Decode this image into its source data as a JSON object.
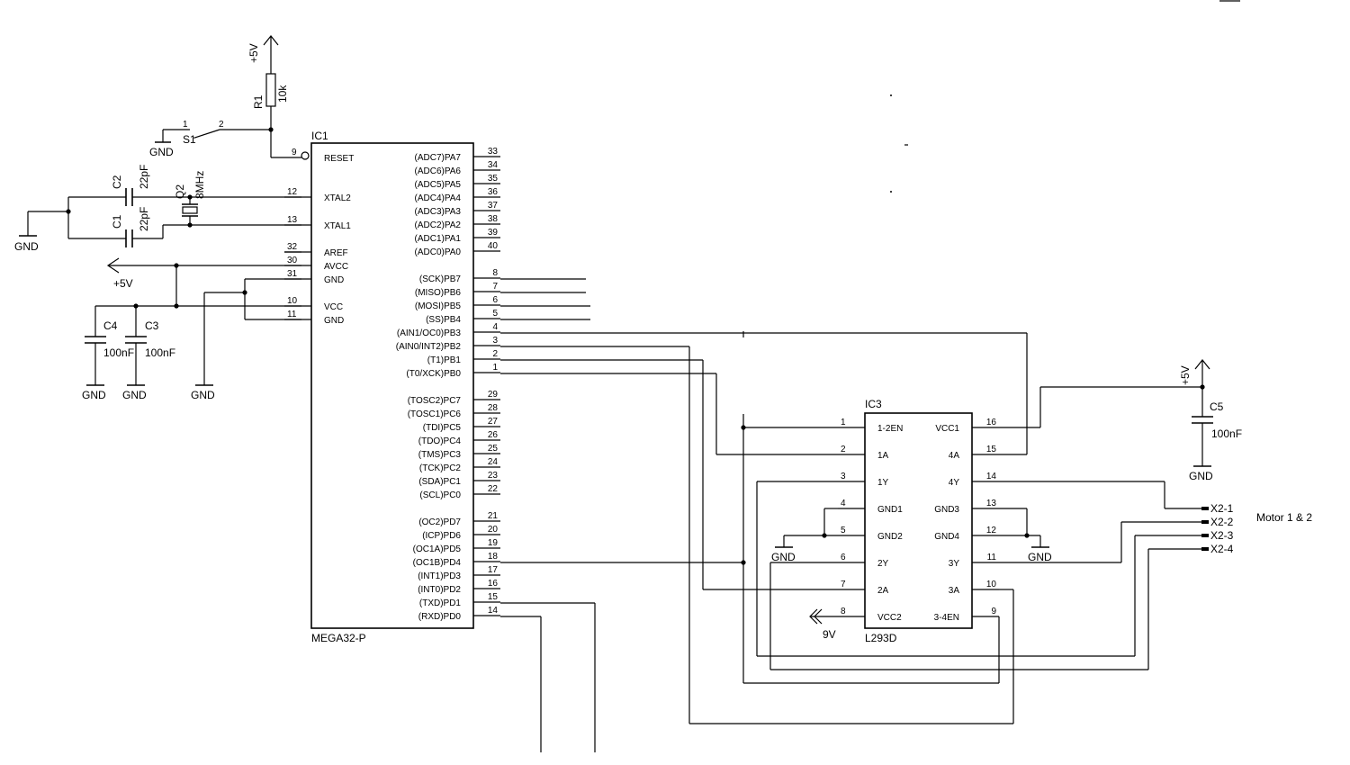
{
  "colors": {
    "ink": "#000000",
    "background": "#ffffff"
  },
  "ic1": {
    "ref": "IC1",
    "value": "MEGA32-P",
    "left_pins": [
      {
        "num": "9",
        "name": "RESET"
      },
      {
        "num": "12",
        "name": "XTAL2"
      },
      {
        "num": "13",
        "name": "XTAL1"
      },
      {
        "num": "32",
        "name": "AREF"
      },
      {
        "num": "30",
        "name": "AVCC"
      },
      {
        "num": "31",
        "name": "GND"
      },
      {
        "num": "10",
        "name": "VCC"
      },
      {
        "num": "11",
        "name": "GND"
      }
    ],
    "right_pins": [
      {
        "num": "33",
        "name": "(ADC7)PA7"
      },
      {
        "num": "34",
        "name": "(ADC6)PA6"
      },
      {
        "num": "35",
        "name": "(ADC5)PA5"
      },
      {
        "num": "36",
        "name": "(ADC4)PA4"
      },
      {
        "num": "37",
        "name": "(ADC3)PA3"
      },
      {
        "num": "38",
        "name": "(ADC2)PA2"
      },
      {
        "num": "39",
        "name": "(ADC1)PA1"
      },
      {
        "num": "40",
        "name": "(ADC0)PA0"
      },
      {
        "num": "8",
        "name": "(SCK)PB7"
      },
      {
        "num": "7",
        "name": "(MISO)PB6"
      },
      {
        "num": "6",
        "name": "(MOSI)PB5"
      },
      {
        "num": "5",
        "name": "(SS)PB4"
      },
      {
        "num": "4",
        "name": "(AIN1/OC0)PB3"
      },
      {
        "num": "3",
        "name": "(AIN0/INT2)PB2"
      },
      {
        "num": "2",
        "name": "(T1)PB1"
      },
      {
        "num": "1",
        "name": "(T0/XCK)PB0"
      },
      {
        "num": "29",
        "name": "(TOSC2)PC7"
      },
      {
        "num": "28",
        "name": "(TOSC1)PC6"
      },
      {
        "num": "27",
        "name": "(TDI)PC5"
      },
      {
        "num": "26",
        "name": "(TDO)PC4"
      },
      {
        "num": "25",
        "name": "(TMS)PC3"
      },
      {
        "num": "24",
        "name": "(TCK)PC2"
      },
      {
        "num": "23",
        "name": "(SDA)PC1"
      },
      {
        "num": "22",
        "name": "(SCL)PC0"
      },
      {
        "num": "21",
        "name": "(OC2)PD7"
      },
      {
        "num": "20",
        "name": "(ICP)PD6"
      },
      {
        "num": "19",
        "name": "(OC1A)PD5"
      },
      {
        "num": "18",
        "name": "(OC1B)PD4"
      },
      {
        "num": "17",
        "name": "(INT1)PD3"
      },
      {
        "num": "16",
        "name": "(INT0)PD2"
      },
      {
        "num": "15",
        "name": "(TXD)PD1"
      },
      {
        "num": "14",
        "name": "(RXD)PD0"
      }
    ]
  },
  "ic3": {
    "ref": "IC3",
    "value": "L293D",
    "left_pins": [
      {
        "num": "1",
        "name": "1-2EN"
      },
      {
        "num": "2",
        "name": "1A"
      },
      {
        "num": "3",
        "name": "1Y"
      },
      {
        "num": "4",
        "name": "GND1"
      },
      {
        "num": "5",
        "name": "GND2"
      },
      {
        "num": "6",
        "name": "2Y"
      },
      {
        "num": "7",
        "name": "2A"
      },
      {
        "num": "8",
        "name": "VCC2"
      }
    ],
    "right_pins": [
      {
        "num": "16",
        "name": "VCC1"
      },
      {
        "num": "15",
        "name": "4A"
      },
      {
        "num": "14",
        "name": "4Y"
      },
      {
        "num": "13",
        "name": "GND3"
      },
      {
        "num": "12",
        "name": "GND4"
      },
      {
        "num": "11",
        "name": "3Y"
      },
      {
        "num": "10",
        "name": "3A"
      },
      {
        "num": "9",
        "name": "3-4EN"
      }
    ]
  },
  "components": {
    "r1": {
      "ref": "R1",
      "value": "10k"
    },
    "s1": {
      "ref": "S1",
      "pin1": "1",
      "pin2": "2"
    },
    "c1": {
      "ref": "C1",
      "value": "22pF"
    },
    "c2": {
      "ref": "C2",
      "value": "22pF"
    },
    "q2": {
      "ref": "Q2",
      "value": "8MHz"
    },
    "c3": {
      "ref": "C3",
      "value": "100nF"
    },
    "c4": {
      "ref": "C4",
      "value": "100nF"
    },
    "c5": {
      "ref": "C5",
      "value": "100nF"
    }
  },
  "supplies": {
    "vcc": "+5V",
    "gnd": "GND",
    "motor": "9V"
  },
  "connector": {
    "pins": [
      "X2-1",
      "X2-2",
      "X2-3",
      "X2-4"
    ],
    "label": "Motor 1 & 2"
  }
}
